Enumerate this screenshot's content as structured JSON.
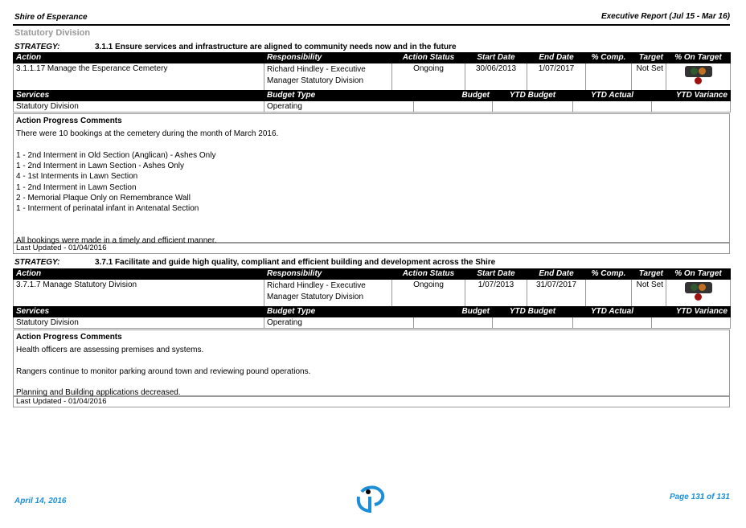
{
  "header": {
    "org": "Shire of Esperance",
    "report": "Executive Report (Jul 15 - Mar 16)"
  },
  "division": "Statutory Division",
  "labels": {
    "strategy": "STRATEGY:",
    "action": "Action",
    "responsibility": "Responsibility",
    "action_status": "Action Status",
    "start_date": "Start Date",
    "end_date": "End Date",
    "comp": "% Comp.",
    "target": "Target",
    "on_target": "% On Target",
    "services": "Services",
    "budget_type": "Budget Type",
    "budget": "Budget",
    "ytd_budget": "YTD Budget",
    "ytd_actual": "YTD Actual",
    "ytd_variance": "YTD Variance",
    "comments": "Action Progress Comments"
  },
  "sections": [
    {
      "strategy": "3.1.1 Ensure services and infrastructure are aligned to community needs now and in the future",
      "action": "3.1.1.17 Manage the Esperance Cemetery",
      "responsibility": "Richard Hindley - Executive Manager Statutory Division",
      "status": "Ongoing",
      "start": "30/06/2013",
      "end": "1/07/2017",
      "comp": "",
      "target": "Not Set",
      "service": "Statutory Division",
      "budget_type": "Operating",
      "comments": [
        "There were 10 bookings at the cemetery during the month of March 2016.",
        "",
        "1 - 2nd Interment in Old Section (Anglican) - Ashes Only",
        "1 - 2nd Interment in Lawn Section - Ashes Only",
        "4 - 1st Interments in Lawn Section",
        "1 - 2nd Interment in Lawn Section",
        "2 - Memorial Plaque Only on Remembrance Wall",
        "1 - Interment of perinatal infant in Antenatal Section",
        "",
        "",
        "All bookings were made in a timely and efficient manner."
      ],
      "updated": "Last Updated - 01/04/2016"
    },
    {
      "strategy": "3.7.1 Facilitate and guide high quality, compliant and efficient building and development across the Shire",
      "action": "3.7.1.7 Manage Statutory Division",
      "responsibility": "Richard Hindley - Executive Manager Statutory Division",
      "status": "Ongoing",
      "start": "1/07/2013",
      "end": "31/07/2017",
      "comp": "",
      "target": "Not Set",
      "service": "Statutory Division",
      "budget_type": "Operating",
      "comments": [
        "Health officers are assessing premises and systems.",
        "",
        "Rangers continue to monitor parking around town and reviewing pound operations.",
        "",
        "Planning and Building applications decreased."
      ],
      "updated": "Last Updated - 01/04/2016"
    }
  ],
  "footer": {
    "date": "April 14, 2016",
    "page": "Page 131 of 131"
  },
  "colors": {
    "light_off": "#2f5a2f",
    "light_amber": "#c07020",
    "light_red": "#a01010",
    "brand": "#1a8fd8"
  }
}
